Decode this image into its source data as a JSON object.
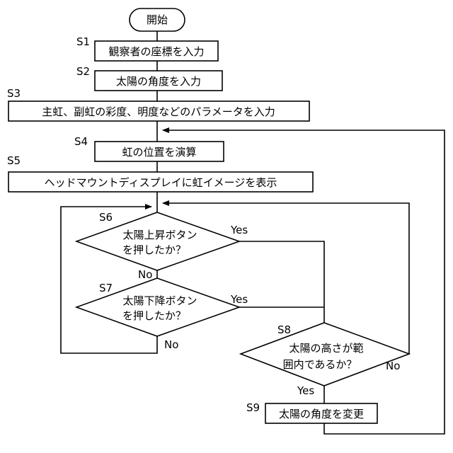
{
  "flowchart": {
    "start": "開始",
    "steps": {
      "s1": {
        "id": "S1",
        "text": "観察者の座標を入力"
      },
      "s2": {
        "id": "S2",
        "text": "太陽の角度を入力"
      },
      "s3": {
        "id": "S3",
        "text": "主虹、副虹の彩度、明度などのパラメータを入力"
      },
      "s4": {
        "id": "S4",
        "text": "虹の位置を演算"
      },
      "s5": {
        "id": "S5",
        "text": "ヘッドマウントディスプレイに虹イメージを表示"
      },
      "s6": {
        "id": "S6",
        "line1": "太陽上昇ボタン",
        "line2": "を押したか？"
      },
      "s7": {
        "id": "S7",
        "line1": "太陽下降ボタン",
        "line2": "を押したか？"
      },
      "s8": {
        "id": "S8",
        "line1": "太陽の高さが範",
        "line2": "囲内であるか？"
      },
      "s9": {
        "id": "S9",
        "text": "太陽の角度を変更"
      }
    },
    "branches": {
      "s6_yes": "Yes",
      "s6_no": "No",
      "s7_yes": "Yes",
      "s7_no": "No",
      "s8_yes": "Yes",
      "s8_no": "No"
    }
  }
}
